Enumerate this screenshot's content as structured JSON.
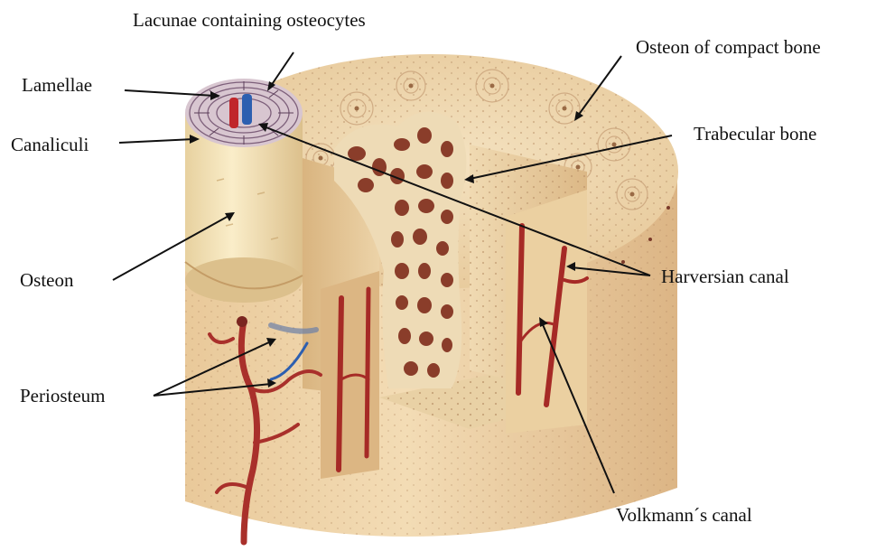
{
  "labels": {
    "lacunae": "Lacunae containing osteocytes",
    "lamellae": "Lamellae",
    "canaliculi": "Canaliculi",
    "osteon": "Osteon",
    "periosteum": "Periosteum",
    "osteon_compact": "Osteon of compact bone",
    "trabecular": "Trabecular bone",
    "haversian": "Harversian canal",
    "volkmann": "Volkmann´s canal"
  },
  "colors": {
    "bone_light": "#f1ddb6",
    "bone_mid": "#e3c08c",
    "bone_dark": "#c99868",
    "marrow": "#8a3d2a",
    "vessel_red": "#b8282b",
    "vein_blue": "#2d5fb0",
    "leader": "#111111"
  }
}
